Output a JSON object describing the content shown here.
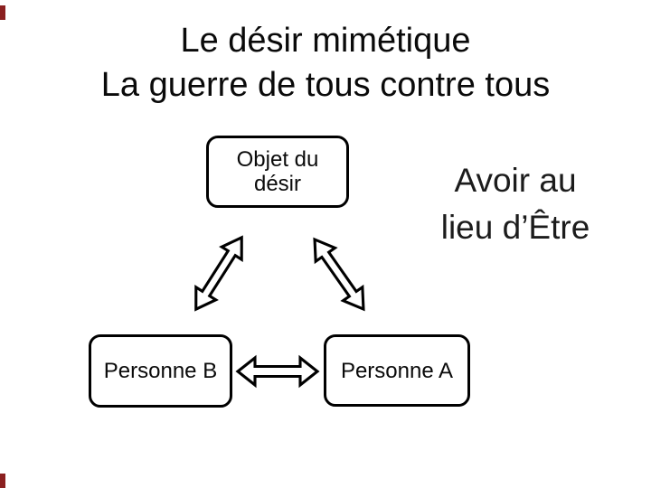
{
  "slide": {
    "title": {
      "line1": "Le désir mimétique",
      "line2": "La guerre de tous contre tous"
    },
    "annotation": {
      "line1": "Avoir au",
      "line2": "lieu d’Être"
    },
    "object_box": {
      "line1": "Objet du",
      "line2": "désir"
    },
    "person_b_box": {
      "label": "Personne B"
    },
    "person_a_box": {
      "label": "Personne A"
    },
    "arrows": [
      {
        "name": "object-to-person-b",
        "style": "double-headed-outline",
        "orientation": "diagonal"
      },
      {
        "name": "object-to-person-a",
        "style": "double-headed-outline",
        "orientation": "diagonal"
      },
      {
        "name": "person-b-to-person-a",
        "style": "double-headed-outline",
        "orientation": "horizontal"
      }
    ],
    "colors": {
      "background": "#ffffff",
      "text": "#0a0a0a",
      "shape_border": "#000000",
      "edge_mark": "#8b2020"
    }
  }
}
